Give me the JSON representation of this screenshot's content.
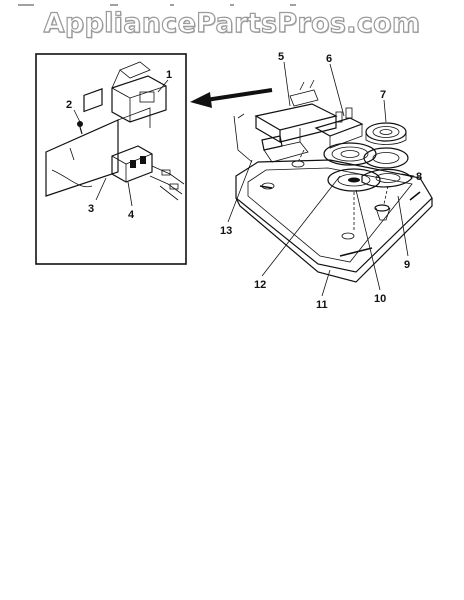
{
  "watermark": "AppliancePartsPros.com",
  "callouts": [
    "1",
    "2",
    "3",
    "4",
    "5",
    "6",
    "7",
    "8",
    "9",
    "10",
    "11",
    "12",
    "13"
  ],
  "footer": {
    "left": "",
    "right": ""
  },
  "colors": {
    "ink": "#111111",
    "watermark": "#9a9a9a",
    "background": "#ffffff"
  }
}
